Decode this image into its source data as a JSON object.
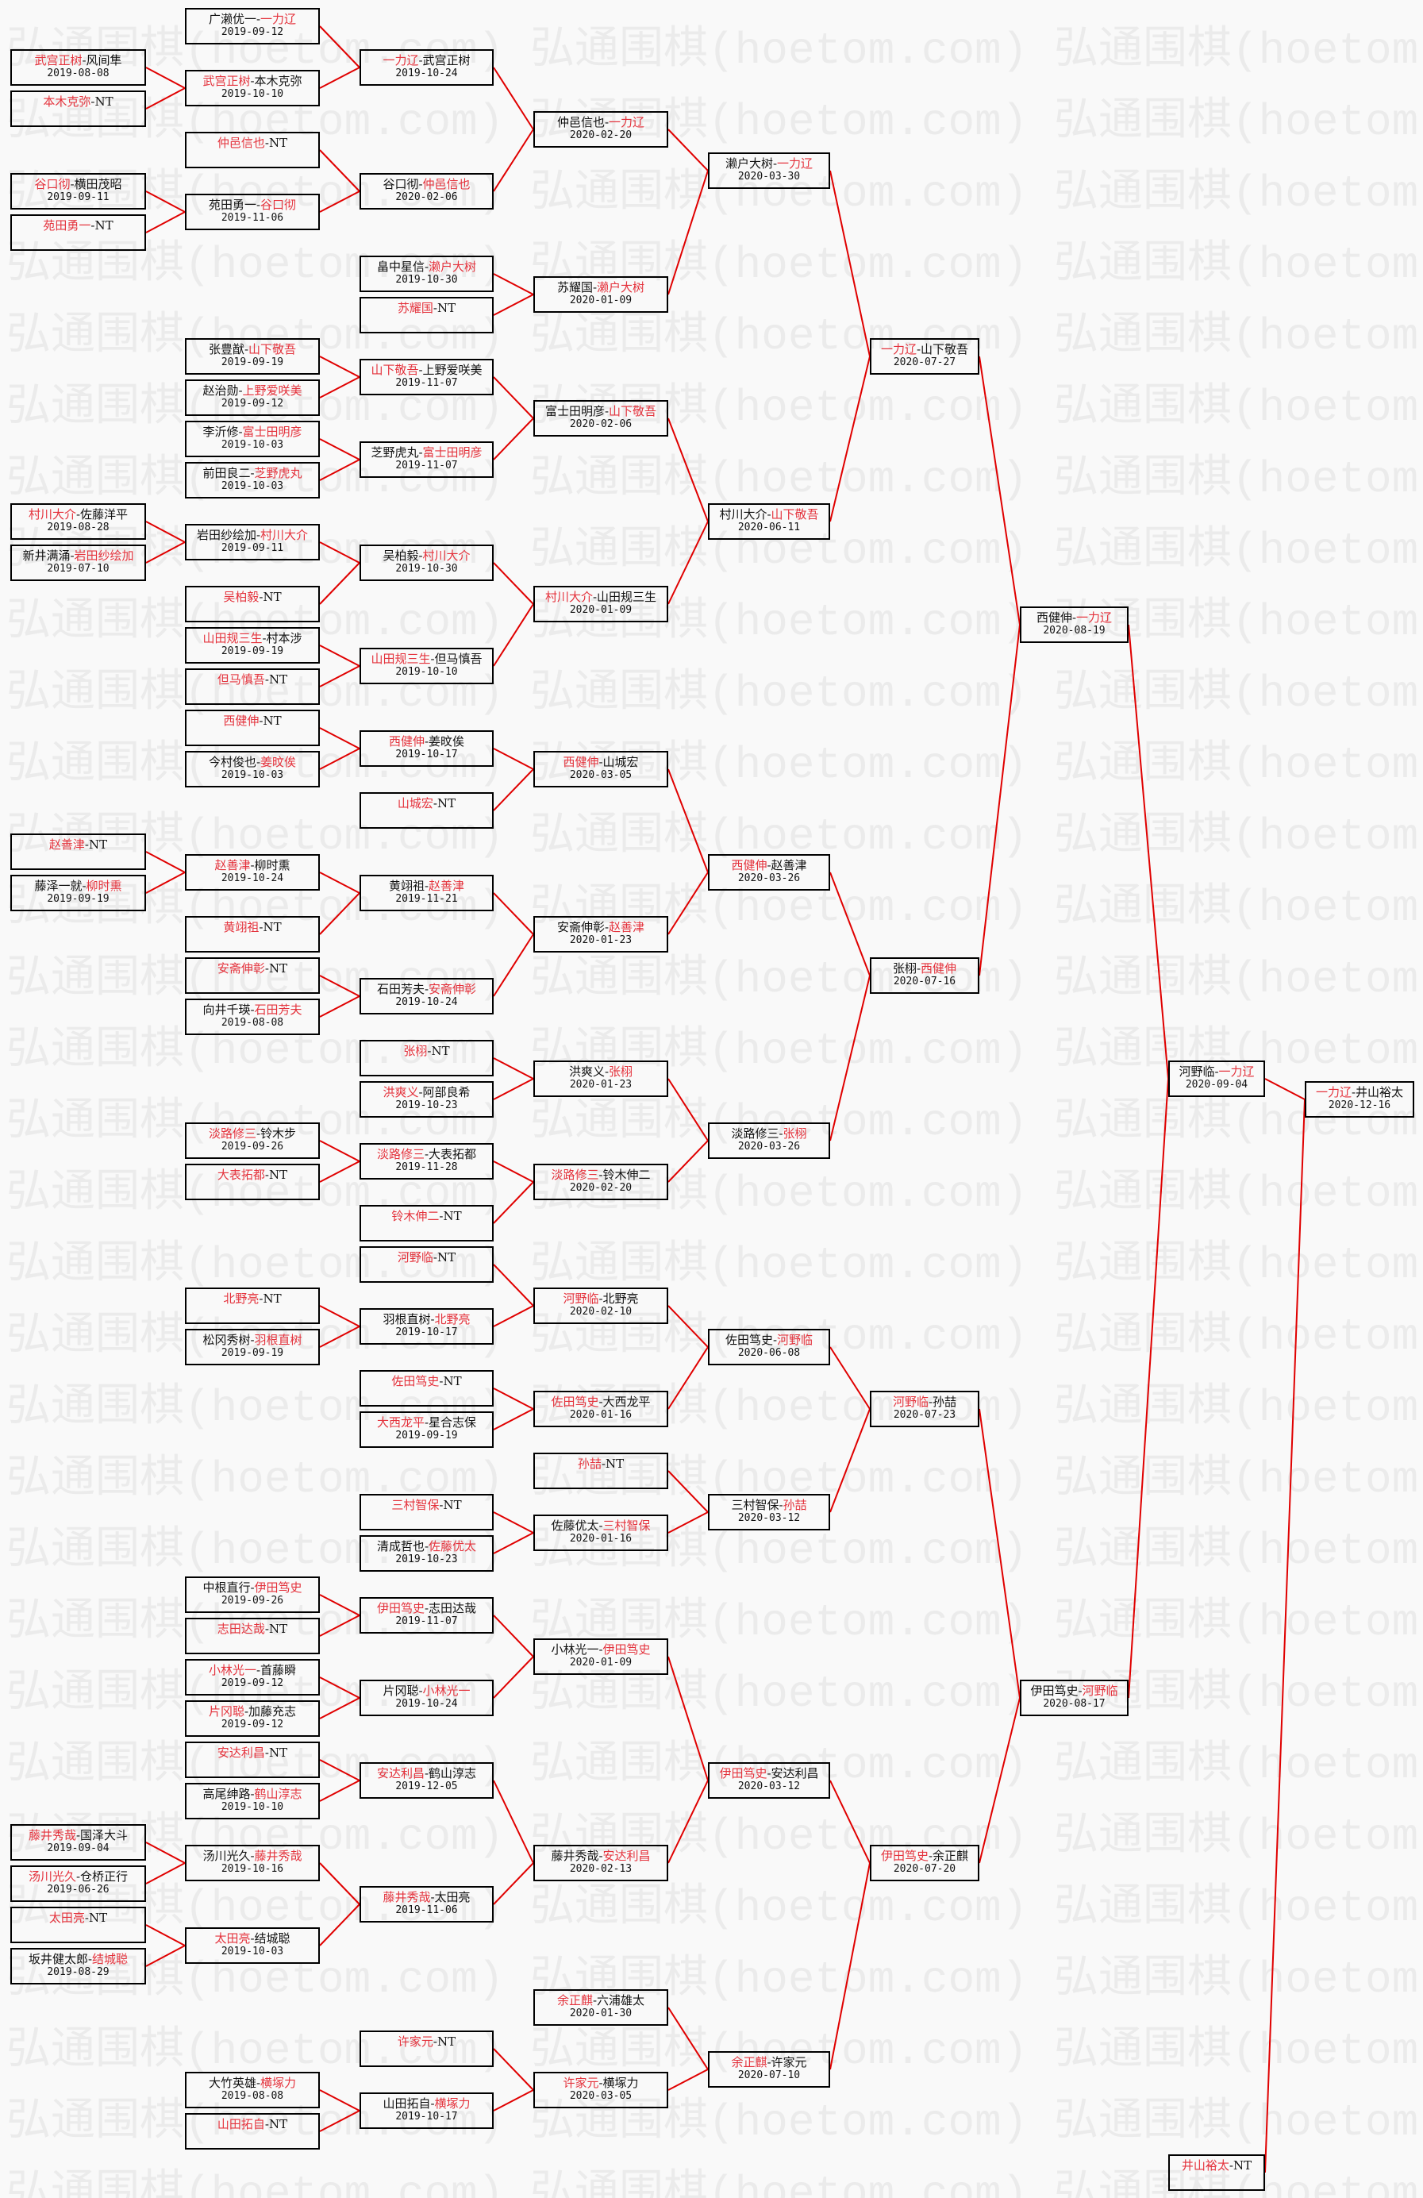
{
  "watermark": "弘通围棋(hoetom.com)",
  "separator": "-",
  "colors": {
    "winner_text": "#e4323c",
    "connector_line": "#e00000",
    "box_border": "#000000",
    "page_background": "#f9f9f9",
    "watermark": "#ebebeb"
  },
  "columns": [
    [
      {
        "players": [
          "武宫正树",
          "风间隼"
        ],
        "winner": 0,
        "date": "2019-08-08"
      },
      {
        "players": [
          "本木克弥",
          "NT"
        ],
        "winner": 0
      },
      {
        "players": [
          "谷口彻",
          "横田茂昭"
        ],
        "winner": 0,
        "date": "2019-09-11"
      },
      {
        "players": [
          "苑田勇一",
          "NT"
        ],
        "winner": 0
      },
      {
        "players": [
          "村川大介",
          "佐藤洋平"
        ],
        "winner": 0,
        "date": "2019-08-28"
      },
      {
        "players": [
          "新井满涌",
          "岩田纱绘加"
        ],
        "winner": 1,
        "date": "2019-07-10"
      },
      {
        "players": [
          "赵善津",
          "NT"
        ],
        "winner": 0
      },
      {
        "players": [
          "藤泽一就",
          "柳时熏"
        ],
        "winner": 1,
        "date": "2019-09-19"
      },
      {
        "players": [
          "藤井秀哉",
          "国泽大斗"
        ],
        "winner": 0,
        "date": "2019-09-04"
      },
      {
        "players": [
          "汤川光久",
          "仓桥正行"
        ],
        "winner": 0,
        "date": "2019-06-26"
      },
      {
        "players": [
          "太田亮",
          "NT"
        ],
        "winner": 0
      },
      {
        "players": [
          "坂井健太郎",
          "结城聪"
        ],
        "winner": 1,
        "date": "2019-08-29"
      }
    ],
    [
      {
        "players": [
          "广濑优一",
          "一力辽"
        ],
        "winner": 1,
        "date": "2019-09-12"
      },
      {
        "players": [
          "武宫正树",
          "本木克弥"
        ],
        "winner": 0,
        "date": "2019-10-10"
      },
      {
        "players": [
          "仲邑信也",
          "NT"
        ],
        "winner": 0
      },
      {
        "players": [
          "苑田勇一",
          "谷口彻"
        ],
        "winner": 1,
        "date": "2019-11-06"
      },
      {
        "players": [
          "张豊猷",
          "山下敬吾"
        ],
        "winner": 1,
        "date": "2019-09-19"
      },
      {
        "players": [
          "赵治勋",
          "上野爱咲美"
        ],
        "winner": 1,
        "date": "2019-09-12"
      },
      {
        "players": [
          "李沂修",
          "富士田明彦"
        ],
        "winner": 1,
        "date": "2019-10-03"
      },
      {
        "players": [
          "前田良二",
          "芝野虎丸"
        ],
        "winner": 1,
        "date": "2019-10-03"
      },
      {
        "players": [
          "岩田纱绘加",
          "村川大介"
        ],
        "winner": 1,
        "date": "2019-09-11"
      },
      {
        "players": [
          "吴柏毅",
          "NT"
        ],
        "winner": 0
      },
      {
        "players": [
          "山田规三生",
          "村本涉"
        ],
        "winner": 0,
        "date": "2019-09-19"
      },
      {
        "players": [
          "但马慎吾",
          "NT"
        ],
        "winner": 0
      },
      {
        "players": [
          "西健伸",
          "NT"
        ],
        "winner": 0
      },
      {
        "players": [
          "今村俊也",
          "姜旼俟"
        ],
        "winner": 1,
        "date": "2019-10-03"
      },
      {
        "players": [
          "赵善津",
          "柳时熏"
        ],
        "winner": 0,
        "date": "2019-10-24"
      },
      {
        "players": [
          "黄翊祖",
          "NT"
        ],
        "winner": 0
      },
      {
        "players": [
          "安斋伸彰",
          "NT"
        ],
        "winner": 0
      },
      {
        "players": [
          "向井千瑛",
          "石田芳夫"
        ],
        "winner": 1,
        "date": "2019-08-08"
      },
      {
        "players": [
          "淡路修三",
          "铃木步"
        ],
        "winner": 0,
        "date": "2019-09-26"
      },
      {
        "players": [
          "大表拓都",
          "NT"
        ],
        "winner": 0
      },
      {
        "players": [
          "北野亮",
          "NT"
        ],
        "winner": 0
      },
      {
        "players": [
          "松冈秀树",
          "羽根直树"
        ],
        "winner": 1,
        "date": "2019-09-19"
      },
      {
        "players": [
          "中根直行",
          "伊田笃史"
        ],
        "winner": 1,
        "date": "2019-09-26"
      },
      {
        "players": [
          "志田达哉",
          "NT"
        ],
        "winner": 0
      },
      {
        "players": [
          "小林光一",
          "首藤瞬"
        ],
        "winner": 0,
        "date": "2019-09-12"
      },
      {
        "players": [
          "片冈聪",
          "加藤充志"
        ],
        "winner": 0,
        "date": "2019-09-12"
      },
      {
        "players": [
          "安达利昌",
          "NT"
        ],
        "winner": 0
      },
      {
        "players": [
          "高尾绅路",
          "鹤山淳志"
        ],
        "winner": 1,
        "date": "2019-10-10"
      },
      {
        "players": [
          "汤川光久",
          "藤井秀哉"
        ],
        "winner": 1,
        "date": "2019-10-16"
      },
      {
        "players": [
          "太田亮",
          "结城聪"
        ],
        "winner": 0,
        "date": "2019-10-03"
      },
      {
        "players": [
          "大竹英雄",
          "横塚力"
        ],
        "winner": 1,
        "date": "2019-08-08"
      },
      {
        "players": [
          "山田拓自",
          "NT"
        ],
        "winner": 0
      }
    ],
    [
      {
        "players": [
          "一力辽",
          "武宫正树"
        ],
        "winner": 0,
        "date": "2019-10-24"
      },
      {
        "players": [
          "谷口彻",
          "仲邑信也"
        ],
        "winner": 1,
        "date": "2020-02-06"
      },
      {
        "players": [
          "畠中星信",
          "濑户大树"
        ],
        "winner": 1,
        "date": "2019-10-30"
      },
      {
        "players": [
          "苏耀国",
          "NT"
        ],
        "winner": 0
      },
      {
        "players": [
          "山下敬吾",
          "上野爱咲美"
        ],
        "winner": 0,
        "date": "2019-11-07"
      },
      {
        "players": [
          "芝野虎丸",
          "富士田明彦"
        ],
        "winner": 1,
        "date": "2019-11-07"
      },
      {
        "players": [
          "吴柏毅",
          "村川大介"
        ],
        "winner": 1,
        "date": "2019-10-30"
      },
      {
        "players": [
          "山田规三生",
          "但马慎吾"
        ],
        "winner": 0,
        "date": "2019-10-10"
      },
      {
        "players": [
          "西健伸",
          "姜旼俟"
        ],
        "winner": 0,
        "date": "2019-10-17"
      },
      {
        "players": [
          "山城宏",
          "NT"
        ],
        "winner": 0
      },
      {
        "players": [
          "黄翊祖",
          "赵善津"
        ],
        "winner": 1,
        "date": "2019-11-21"
      },
      {
        "players": [
          "石田芳夫",
          "安斋伸彰"
        ],
        "winner": 1,
        "date": "2019-10-24"
      },
      {
        "players": [
          "张栩",
          "NT"
        ],
        "winner": 0
      },
      {
        "players": [
          "洪爽义",
          "阿部良希"
        ],
        "winner": 0,
        "date": "2019-10-23"
      },
      {
        "players": [
          "淡路修三",
          "大表拓都"
        ],
        "winner": 0,
        "date": "2019-11-28"
      },
      {
        "players": [
          "铃木伸二",
          "NT"
        ],
        "winner": 0
      },
      {
        "players": [
          "河野临",
          "NT"
        ],
        "winner": 0
      },
      {
        "players": [
          "羽根直树",
          "北野亮"
        ],
        "winner": 1,
        "date": "2019-10-17"
      },
      {
        "players": [
          "佐田笃史",
          "NT"
        ],
        "winner": 0
      },
      {
        "players": [
          "大西龙平",
          "星合志保"
        ],
        "winner": 0,
        "date": "2019-09-19"
      },
      {
        "players": [
          "三村智保",
          "NT"
        ],
        "winner": 0
      },
      {
        "players": [
          "清成哲也",
          "佐藤优太"
        ],
        "winner": 1,
        "date": "2019-10-23"
      },
      {
        "players": [
          "伊田笃史",
          "志田达哉"
        ],
        "winner": 0,
        "date": "2019-11-07"
      },
      {
        "players": [
          "片冈聪",
          "小林光一"
        ],
        "winner": 1,
        "date": "2019-10-24"
      },
      {
        "players": [
          "安达利昌",
          "鹤山淳志"
        ],
        "winner": 0,
        "date": "2019-12-05"
      },
      {
        "players": [
          "藤井秀哉",
          "太田亮"
        ],
        "winner": 0,
        "date": "2019-11-06"
      },
      {
        "players": [
          "许家元",
          "NT"
        ],
        "winner": 0
      },
      {
        "players": [
          "山田拓自",
          "横塚力"
        ],
        "winner": 1,
        "date": "2019-10-17"
      }
    ],
    [
      {
        "players": [
          "仲邑信也",
          "一力辽"
        ],
        "winner": 1,
        "date": "2020-02-20"
      },
      {
        "players": [
          "苏耀国",
          "濑户大树"
        ],
        "winner": 1,
        "date": "2020-01-09"
      },
      {
        "players": [
          "富士田明彦",
          "山下敬吾"
        ],
        "winner": 1,
        "date": "2020-02-06"
      },
      {
        "players": [
          "村川大介",
          "山田规三生"
        ],
        "winner": 0,
        "date": "2020-01-09"
      },
      {
        "players": [
          "西健伸",
          "山城宏"
        ],
        "winner": 0,
        "date": "2020-03-05"
      },
      {
        "players": [
          "安斋伸彰",
          "赵善津"
        ],
        "winner": 1,
        "date": "2020-01-23"
      },
      {
        "players": [
          "洪爽义",
          "张栩"
        ],
        "winner": 1,
        "date": "2020-01-23"
      },
      {
        "players": [
          "淡路修三",
          "铃木伸二"
        ],
        "winner": 0,
        "date": "2020-02-20"
      },
      {
        "players": [
          "河野临",
          "北野亮"
        ],
        "winner": 0,
        "date": "2020-02-10"
      },
      {
        "players": [
          "佐田笃史",
          "大西龙平"
        ],
        "winner": 0,
        "date": "2020-01-16"
      },
      {
        "players": [
          "孙喆",
          "NT"
        ],
        "winner": 0
      },
      {
        "players": [
          "佐藤优太",
          "三村智保"
        ],
        "winner": 1,
        "date": "2020-01-16"
      },
      {
        "players": [
          "小林光一",
          "伊田笃史"
        ],
        "winner": 1,
        "date": "2020-01-09"
      },
      {
        "players": [
          "藤井秀哉",
          "安达利昌"
        ],
        "winner": 1,
        "date": "2020-02-13"
      },
      {
        "players": [
          "余正麒",
          "六浦雄太"
        ],
        "winner": 0,
        "date": "2020-01-30"
      },
      {
        "players": [
          "许家元",
          "横塚力"
        ],
        "winner": 0,
        "date": "2020-03-05"
      }
    ],
    [
      {
        "players": [
          "濑户大树",
          "一力辽"
        ],
        "winner": 1,
        "date": "2020-03-30"
      },
      {
        "players": [
          "村川大介",
          "山下敬吾"
        ],
        "winner": 1,
        "date": "2020-06-11"
      },
      {
        "players": [
          "西健伸",
          "赵善津"
        ],
        "winner": 0,
        "date": "2020-03-26"
      },
      {
        "players": [
          "淡路修三",
          "张栩"
        ],
        "winner": 1,
        "date": "2020-03-26"
      },
      {
        "players": [
          "佐田笃史",
          "河野临"
        ],
        "winner": 1,
        "date": "2020-06-08"
      },
      {
        "players": [
          "三村智保",
          "孙喆"
        ],
        "winner": 1,
        "date": "2020-03-12"
      },
      {
        "players": [
          "伊田笃史",
          "安达利昌"
        ],
        "winner": 0,
        "date": "2020-03-12"
      },
      {
        "players": [
          "余正麒",
          "许家元"
        ],
        "winner": 0,
        "date": "2020-07-10"
      }
    ],
    [
      {
        "players": [
          "一力辽",
          "山下敬吾"
        ],
        "winner": 0,
        "date": "2020-07-27"
      },
      {
        "players": [
          "张栩",
          "西健伸"
        ],
        "winner": 1,
        "date": "2020-07-16"
      },
      {
        "players": [
          "河野临",
          "孙喆"
        ],
        "winner": 0,
        "date": "2020-07-23"
      },
      {
        "players": [
          "伊田笃史",
          "余正麒"
        ],
        "winner": 0,
        "date": "2020-07-20"
      }
    ],
    [
      {
        "players": [
          "西健伸",
          "一力辽"
        ],
        "winner": 1,
        "date": "2020-08-19"
      },
      {
        "players": [
          "伊田笃史",
          "河野临"
        ],
        "winner": 1,
        "date": "2020-08-17"
      }
    ],
    [
      {
        "players": [
          "河野临",
          "一力辽"
        ],
        "winner": 1,
        "date": "2020-09-04"
      },
      {
        "players": [
          "井山裕太",
          "NT"
        ],
        "winner": 0
      }
    ],
    [
      {
        "players": [
          "一力辽",
          "井山裕太"
        ],
        "winner": 0,
        "date": "2020-12-16"
      }
    ]
  ]
}
